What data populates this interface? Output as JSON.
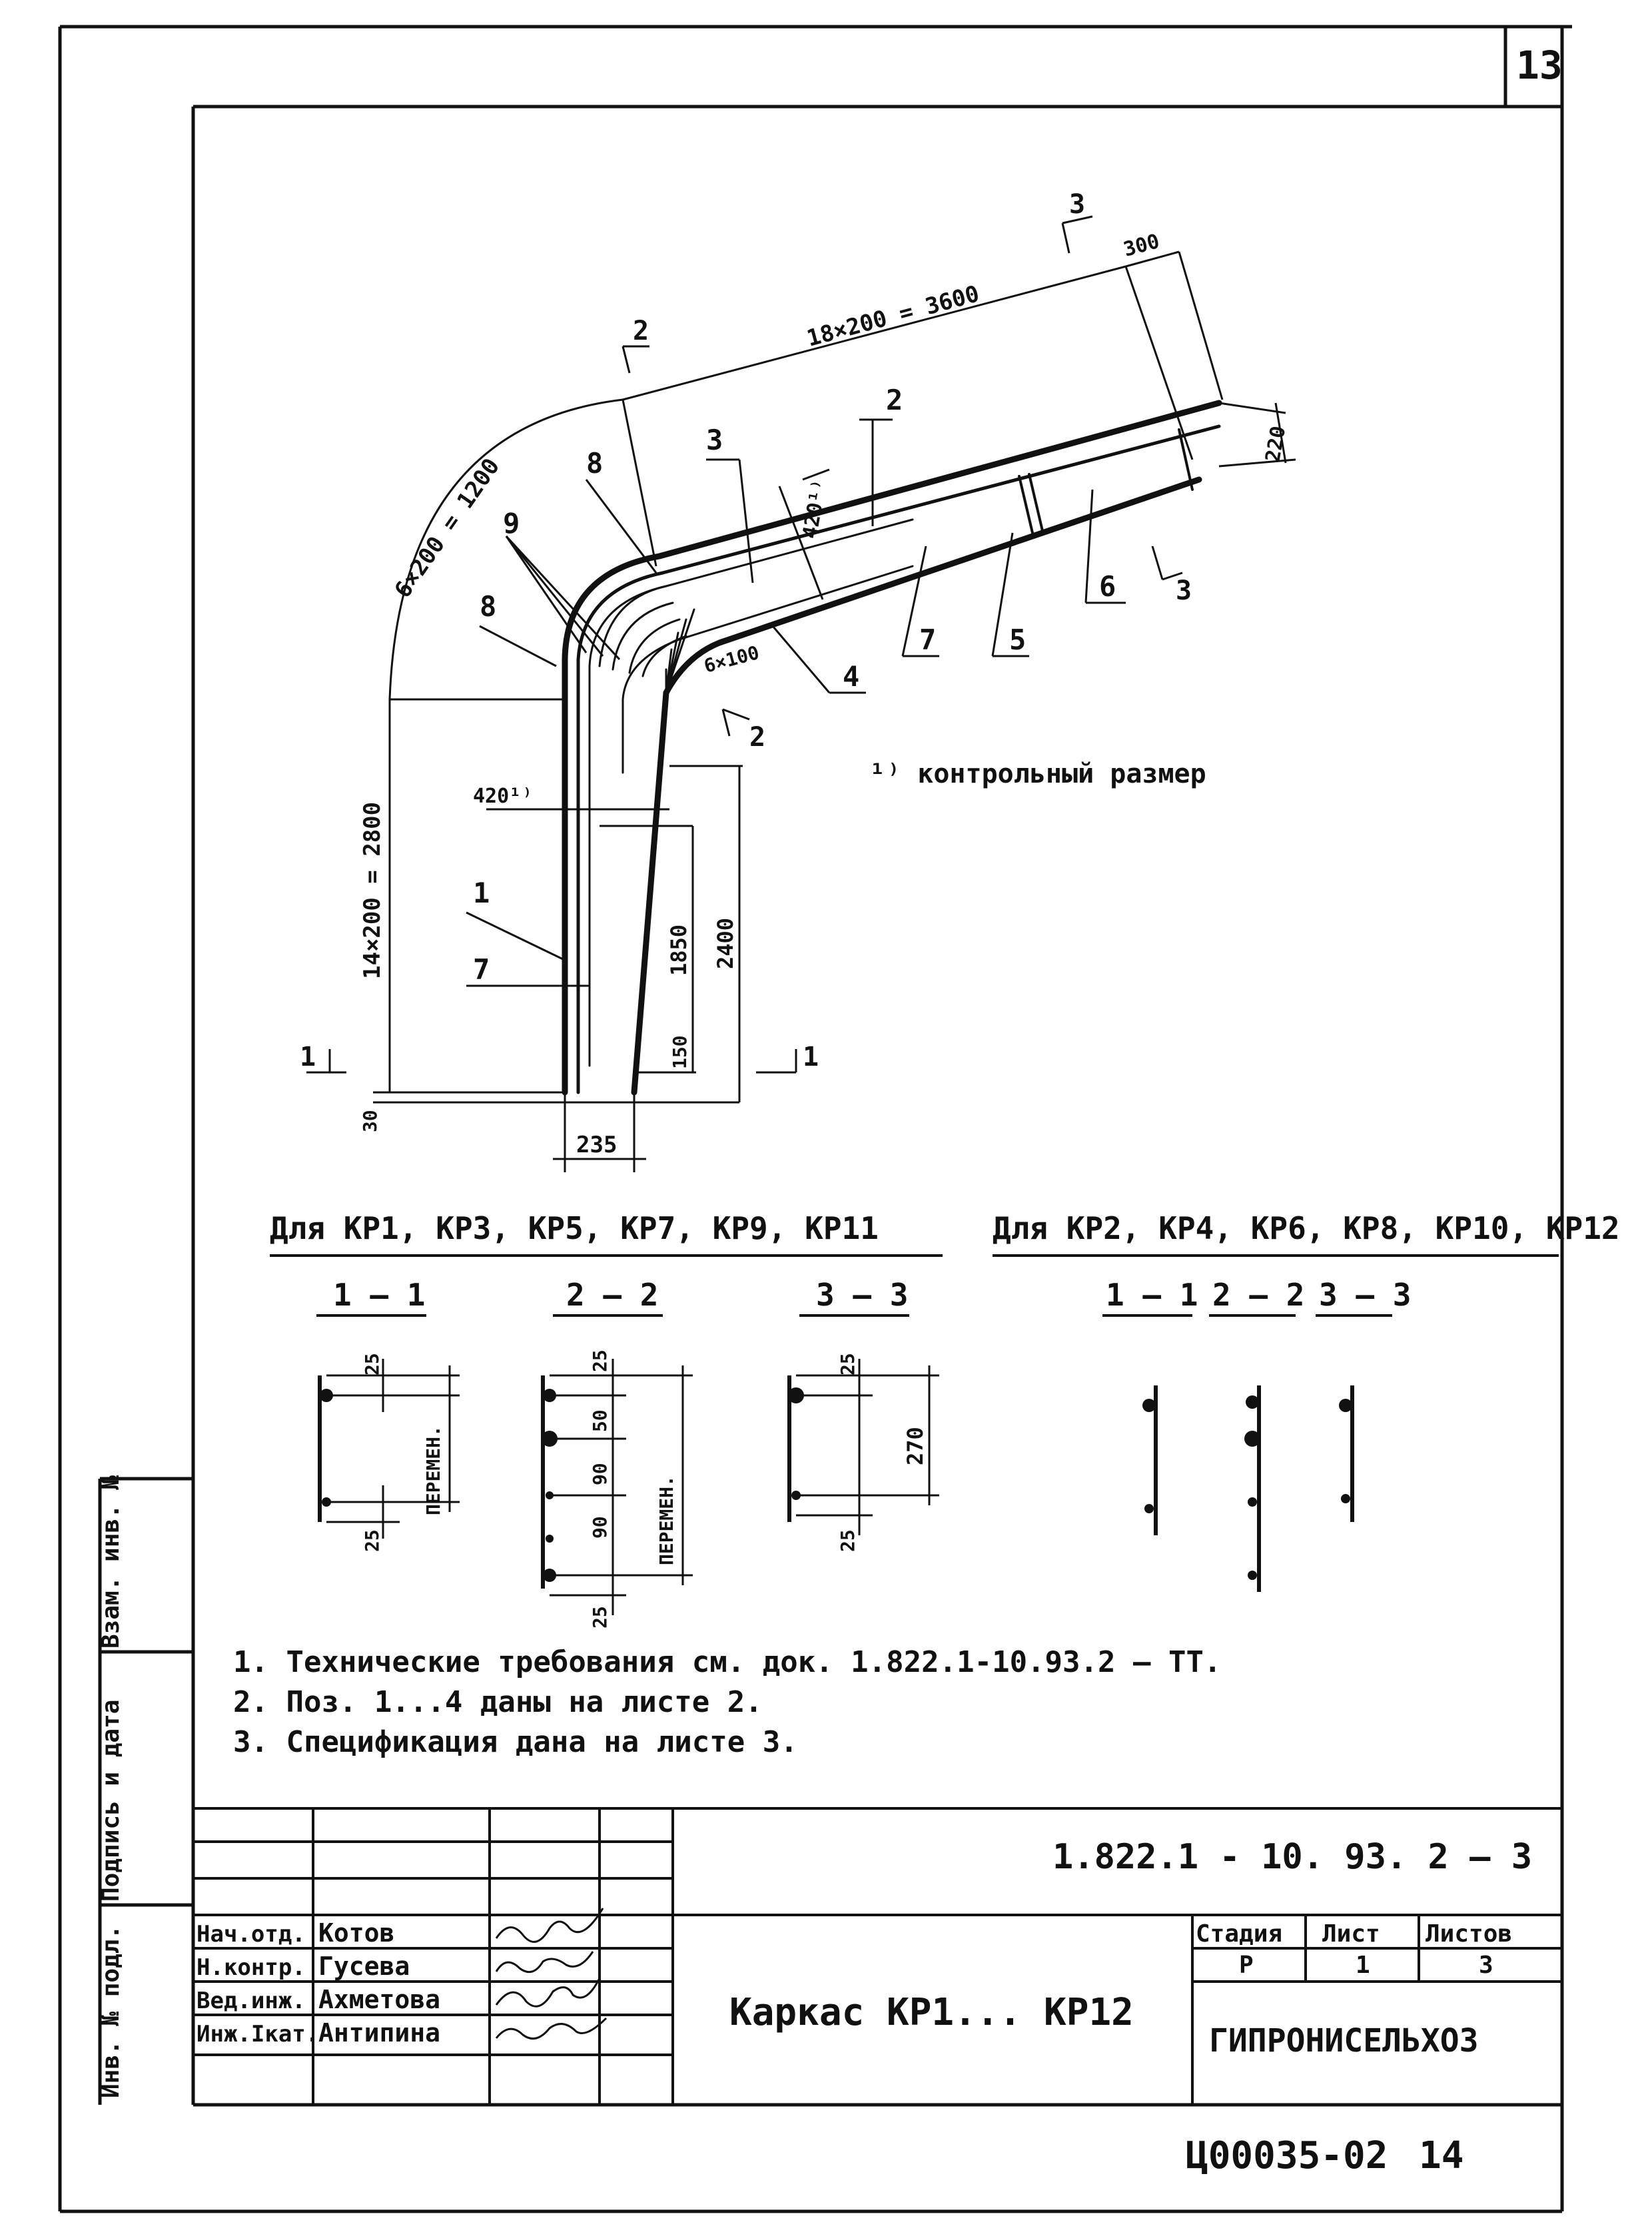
{
  "sheet": {
    "corner_number": "13",
    "bottom_code": "Ц00035-02",
    "bottom_page": "14"
  },
  "drawing": {
    "dims": {
      "straight_top": "18×200 = 3600",
      "arc": "6×200 = 1200",
      "vertical": "14×200 = 2800",
      "end_300": "300",
      "end_220": "220",
      "ctrl_top": "420¹⁾",
      "ctrl_left": "420¹⁾",
      "d1850": "1850",
      "d2400": "2400",
      "d150": "150",
      "d30": "30",
      "d235": "235",
      "d6x100": "6×100"
    },
    "positions": [
      "1",
      "2",
      "3",
      "4",
      "5",
      "6",
      "7",
      "7",
      "8",
      "8",
      "9"
    ],
    "sections": {
      "s1": "1",
      "s2": "2",
      "s3": "3"
    },
    "footnote": "¹⁾ контрольный размер"
  },
  "sections_left": {
    "title": "Для КР1, КР3, КР5, КР7, КР9, КР11",
    "labels": [
      "1 – 1",
      "2 – 2",
      "3 – 3"
    ],
    "dims": {
      "a25": "25",
      "b25": "25",
      "var1": "ПЕРЕМЕН.",
      "c25": "25",
      "c50": "50",
      "c90a": "90",
      "c90b": "90",
      "c25b": "25",
      "var2": "ПЕРЕМЕН.",
      "d25": "25",
      "d270": "270",
      "d25b": "25"
    }
  },
  "sections_right": {
    "title": "Для КР2, КР4, КР6, КР8, КР10, КР12",
    "labels": [
      "1 – 1",
      "2 – 2",
      "3 – 3"
    ]
  },
  "notes": [
    "1. Технические требования см. док. 1.822.1-10.93.2 – ТТ.",
    "2. Поз. 1...4 даны на листе 2.",
    "3. Спецификация дана на листе 3."
  ],
  "side_stamp": {
    "inv_podl": "Инв. № подл.",
    "podpis": "Подпись и дата",
    "vzam": "Взам. инв. №"
  },
  "title_block": {
    "doc_code": "1.822.1 - 10. 93. 2 — 3",
    "title": "Каркас КР1... КР12",
    "org": "ГИПРОНИСЕЛЬХОЗ",
    "stage_h": "Стадия",
    "sheet_h": "Лист",
    "sheets_h": "Листов",
    "stage": "Р",
    "sheet": "1",
    "sheets": "3",
    "people": [
      {
        "role": "Нач.отд.",
        "name": "Котов"
      },
      {
        "role": "Н.контр.",
        "name": "Гусева"
      },
      {
        "role": "Вед.инж.",
        "name": "Ахметова"
      },
      {
        "role": "Инж.Iкат.",
        "name": "Антипина"
      }
    ]
  }
}
